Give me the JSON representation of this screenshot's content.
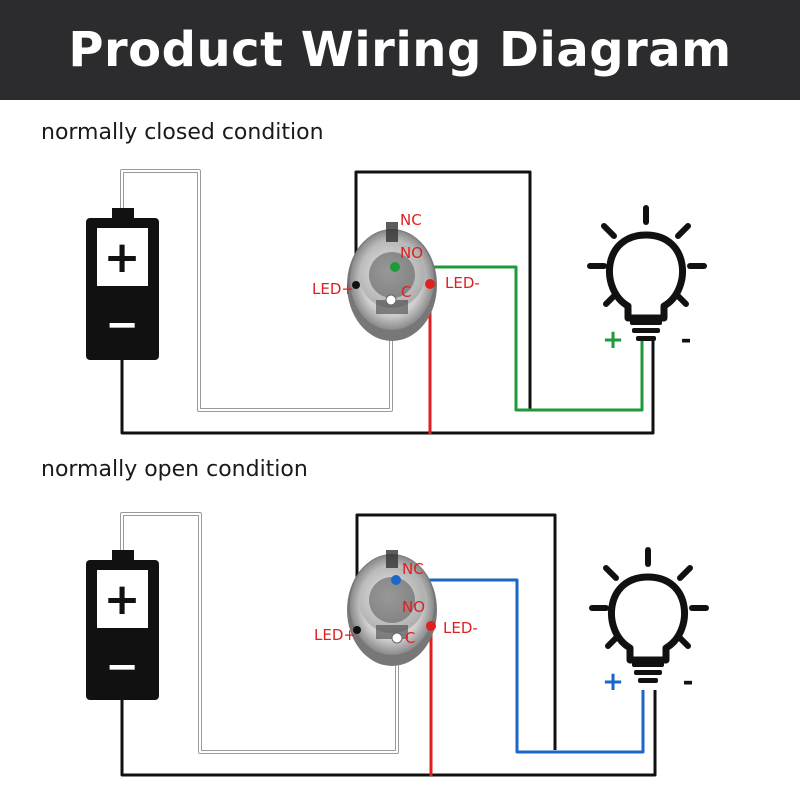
{
  "header": {
    "title": "Product Wiring Diagram"
  },
  "sections": [
    {
      "label": "normally closed condition",
      "terminals": {
        "nc": "NC",
        "no": "NO",
        "led_plus": "LED+",
        "led_minus": "LED-",
        "c": "C"
      },
      "battery": {
        "plus": "+",
        "minus": "−"
      },
      "lamp": {
        "plus": "+",
        "minus": "-"
      }
    },
    {
      "label": "normally open condition",
      "terminals": {
        "nc": "NC",
        "no": "NO",
        "led_plus": "LED+",
        "led_minus": "LED-",
        "c": "C"
      },
      "battery": {
        "plus": "+",
        "minus": "−"
      },
      "lamp": {
        "plus": "+",
        "minus": "-"
      }
    }
  ],
  "colors": {
    "header_bg": "#2c2c2e",
    "wire_black": "#111111",
    "wire_red": "#e01f1f",
    "wire_green": "#1f9a3a",
    "wire_blue": "#1a66c9",
    "wire_white_outline": "#9a9a9a"
  },
  "icons": [
    "battery-icon",
    "push-button-switch-icon",
    "light-bulb-icon"
  ]
}
